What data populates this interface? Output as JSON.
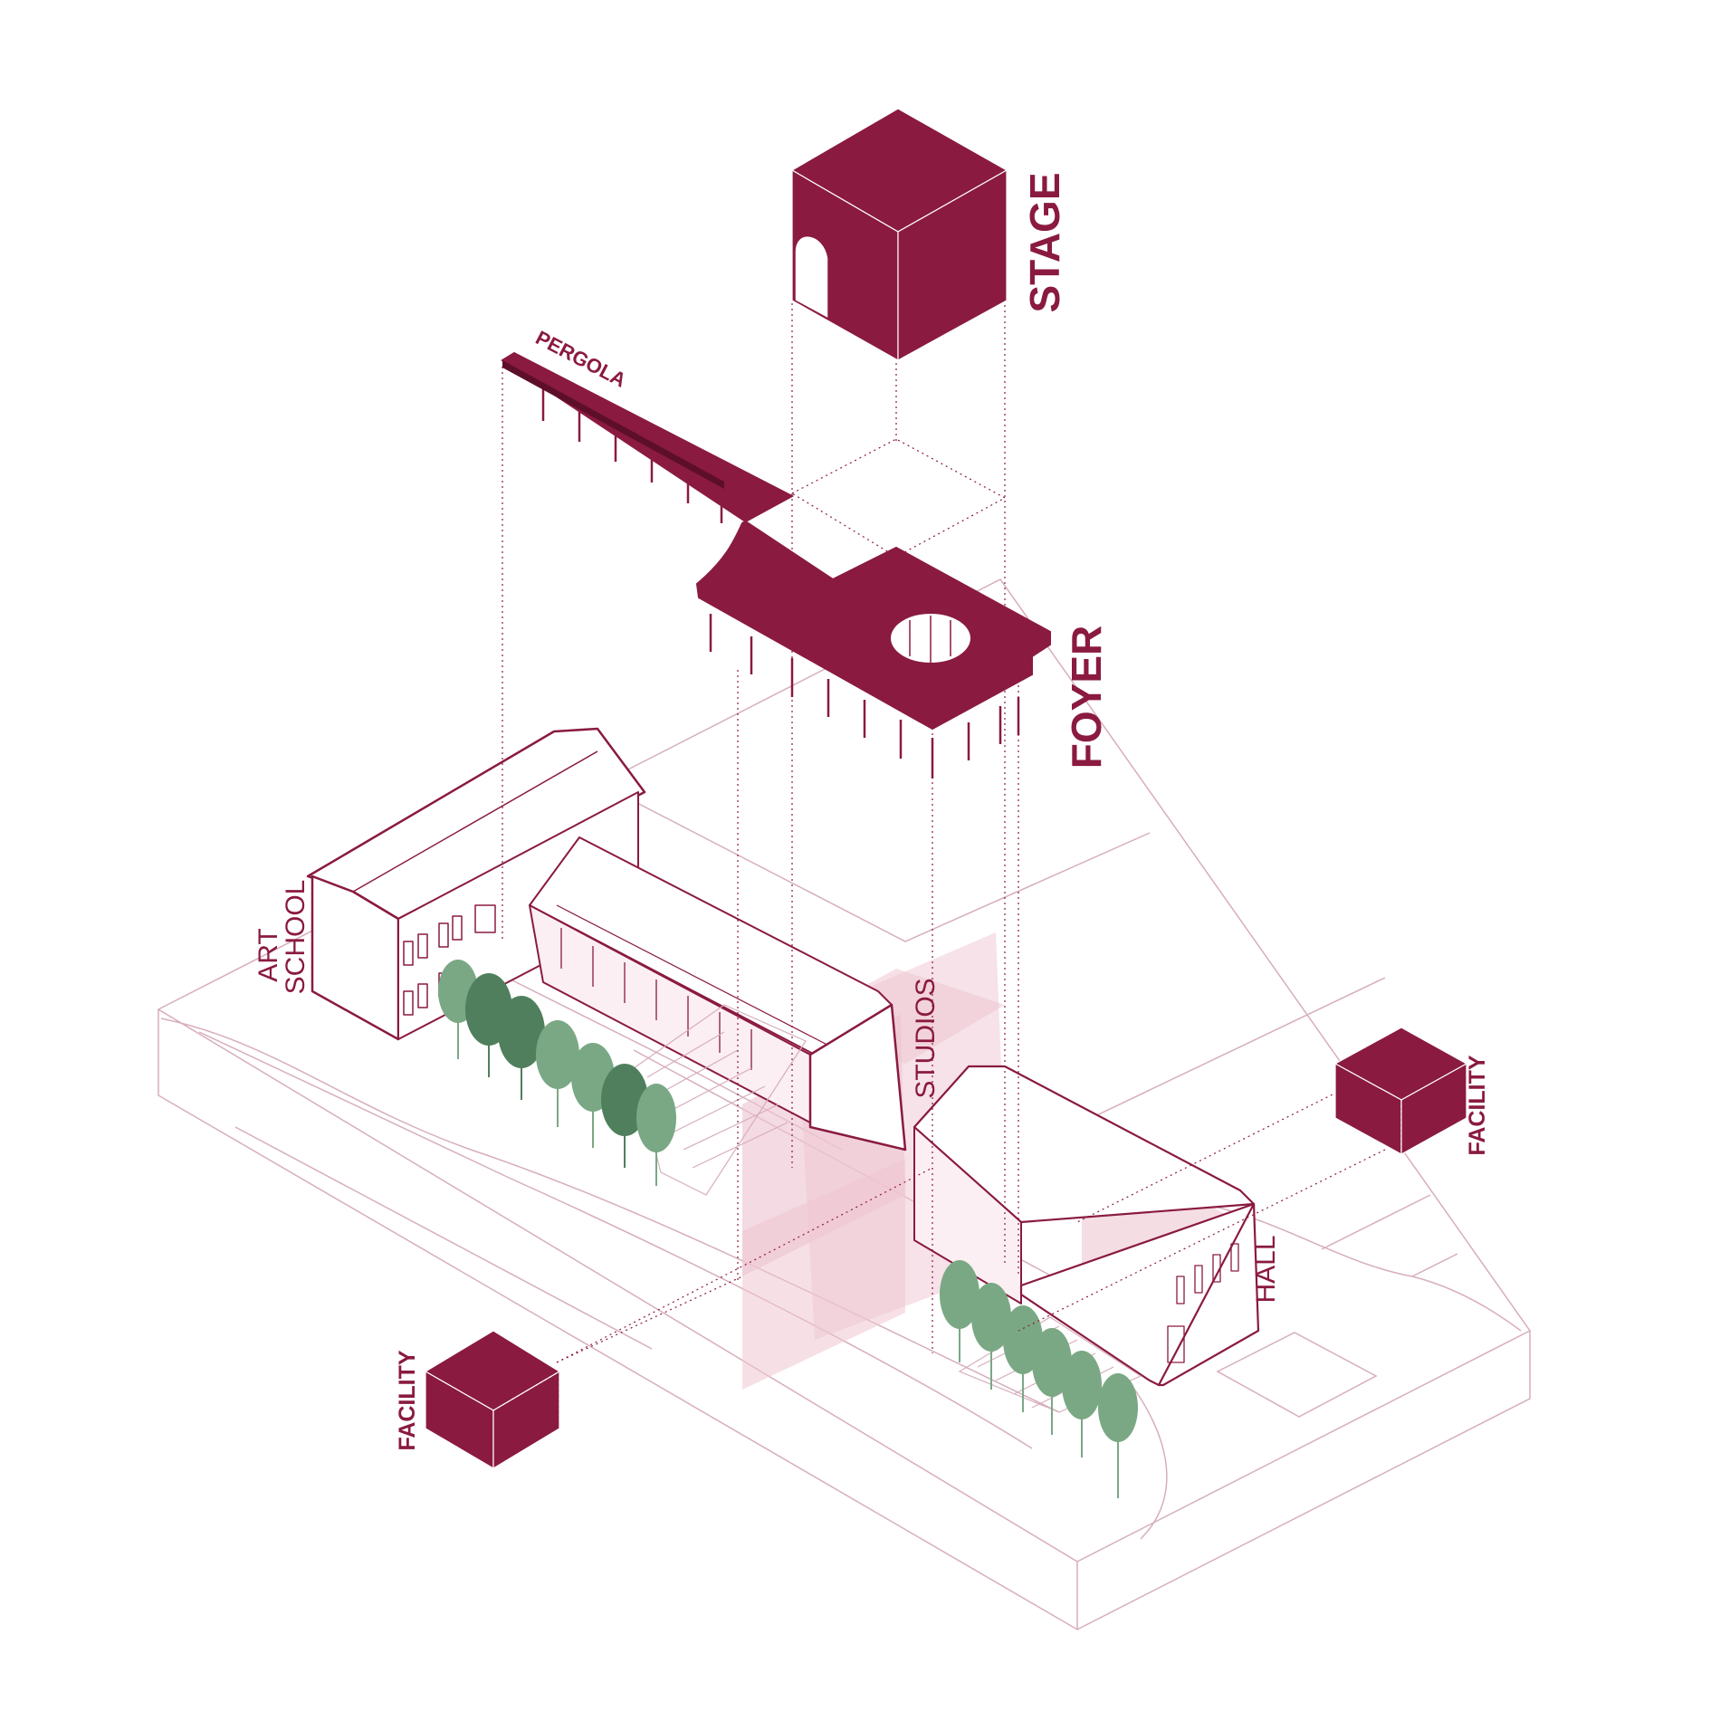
{
  "labels": {
    "stage": "STAGE",
    "pergola": "PERGOLA",
    "foyer": "FOYER",
    "art_school_line1": "ART",
    "art_school_line2": "SCHOOL",
    "studios": "STUDIOS",
    "hall": "HALL",
    "facility_right": "FACILITY",
    "facility_left": "FACILITY"
  },
  "colors": {
    "accent": "#8a1a40",
    "pink_fill": "#eec6d2",
    "site_line": "#d7aebb",
    "tree_light": "#7aa884",
    "tree_dark": "#4f7f5c"
  }
}
